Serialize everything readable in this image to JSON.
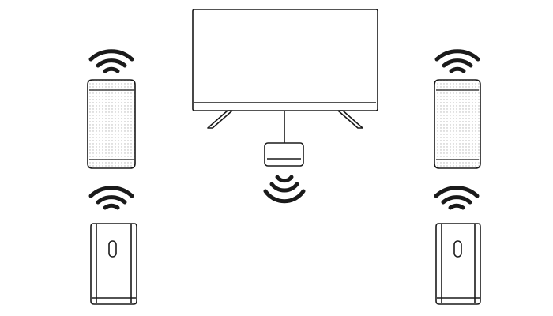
{
  "diagram": {
    "stroke_color": "#1a1a1a",
    "speaker_dot_color": "#b5b5b5",
    "components": [
      {
        "id": "tv",
        "icon": "television-icon"
      },
      {
        "id": "hub",
        "icon": "wireless-transmitter-icon"
      },
      {
        "id": "front-left",
        "icon": "speaker-icon",
        "signal": "wireless-signal-icon"
      },
      {
        "id": "front-right",
        "icon": "speaker-icon",
        "signal": "wireless-signal-icon"
      },
      {
        "id": "rear-left",
        "icon": "subwoofer-icon",
        "signal": "wireless-signal-icon"
      },
      {
        "id": "rear-right",
        "icon": "subwoofer-icon",
        "signal": "wireless-signal-icon"
      }
    ]
  }
}
